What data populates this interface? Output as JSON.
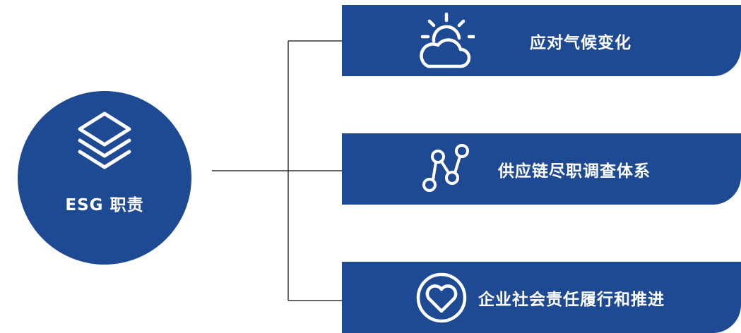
{
  "colors": {
    "brand": "#1e4a94",
    "line": "#333333",
    "icon": "#ffffff"
  },
  "hub": {
    "label": "ESG 职责",
    "icon": "layers-icon"
  },
  "items": [
    {
      "label": "应对气候变化",
      "icon": "weather-cloud-sun-icon"
    },
    {
      "label": "供应链尽职调查体系",
      "icon": "network-nodes-icon"
    },
    {
      "label": "企业社会责任履行和推进",
      "icon": "heart-circle-icon"
    }
  ]
}
